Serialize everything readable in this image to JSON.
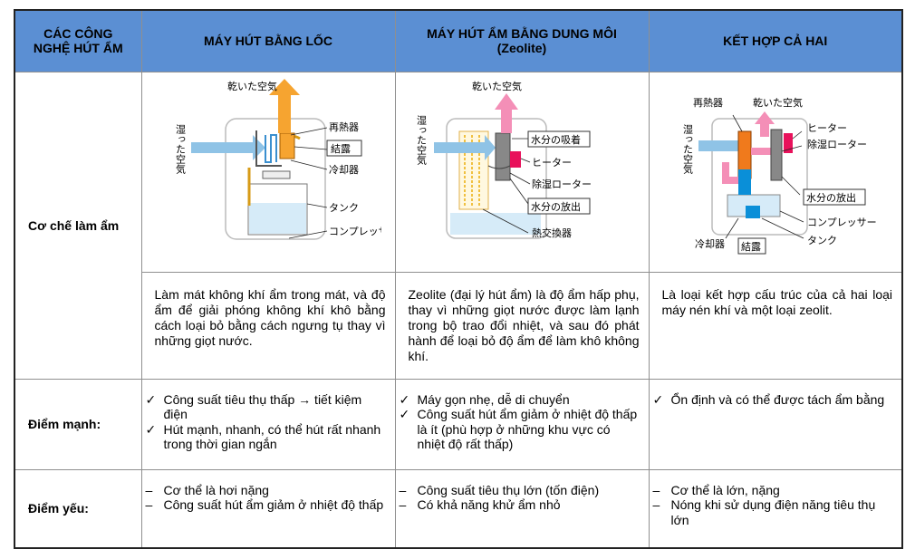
{
  "header": {
    "col0": [
      "CÁC CÔNG",
      "NGHỆ HÚT ẨM"
    ],
    "col1": [
      "MÁY HÚT BẰNG LỐC"
    ],
    "col2": [
      "MÁY HÚT ẨM BẰNG DUNG MÔI",
      "(Zeolite)"
    ],
    "col3": [
      "KẾT HỢP CẢ HAI"
    ]
  },
  "rows": {
    "mechanism": "Cơ chế làm ẩm",
    "strengths": "Điểm mạnh:",
    "weaknesses": "Điểm yếu:"
  },
  "diagrams": {
    "compressor": {
      "dry_air": "乾いた空気",
      "humid_air": "湿った空気",
      "reheater": "再熱器",
      "condensation": "結露",
      "cooler": "冷却器",
      "tank": "タンク",
      "compressor": "コンプレッサー"
    },
    "zeolite": {
      "dry_air": "乾いた空気",
      "humid_air": "湿った空気",
      "adsorption": "水分の吸着",
      "heater": "ヒーター",
      "rotor": "除湿ローター",
      "release": "水分の放出",
      "exchanger": "熱交換器"
    },
    "hybrid": {
      "reheater": "再熱器",
      "dry_air": "乾いた空気",
      "humid_air": "湿った空気",
      "heater": "ヒーター",
      "rotor": "除湿ローター",
      "release": "水分の放出",
      "compressor": "コンプレッサー",
      "cooler": "冷却器",
      "condensation": "結露",
      "tank": "タンク"
    }
  },
  "descriptions": [
    "Làm mát không khí ẩm trong mát, và độ ẩm để giải phóng không khí khô bằng cách loại bỏ bằng cách ngưng tụ thay vì những giọt nước.",
    "Zeolite (đại lý hút ẩm) là độ ẩm hấp phụ, thay vì những giọt nước được làm lạnh trong bộ trao đổi nhiệt, và sau đó phát hành để loại bỏ độ ẩm để làm khô không khí.",
    "Là loại kết hợp cấu trúc của cả hai loại máy nén khí và một loại zeolit."
  ],
  "strengths": [
    [
      "Công suất tiêu thụ thấp → tiết kiệm điện",
      "Hút mạnh, nhanh, có thể hút rất nhanh trong thời gian ngắn"
    ],
    [
      "Máy gọn nhẹ, dễ di chuyển",
      "Công suất hút ẩm giảm ở nhiệt độ thấp là ít (phù hợp ở những khu vực có nhiệt độ rất thấp)"
    ],
    [
      "Ổn định và có thể được tách ẩm bằng"
    ]
  ],
  "weaknesses": [
    [
      "Cơ thể là hơi nặng",
      "Công suất hút ẩm giảm ở nhiệt độ thấp"
    ],
    [
      "Công suất tiêu thụ lớn (tốn điện)",
      "Có khả năng khử ẩm nhỏ"
    ],
    [
      "Cơ thể là lớn, nặng",
      "Nóng khi sử dụng điện năng tiêu thụ lớn"
    ]
  ],
  "markers": {
    "check": "✓",
    "dash": "–"
  },
  "colors": {
    "header_bg": "#5b8fd3",
    "humid_air": "#8fc3e6",
    "dry_air": "#f6a430",
    "heater": "#e8115b",
    "hybrid_air": "#f48fb7",
    "cooler": "#0a8fd8",
    "reheater": "#f07a1c"
  }
}
